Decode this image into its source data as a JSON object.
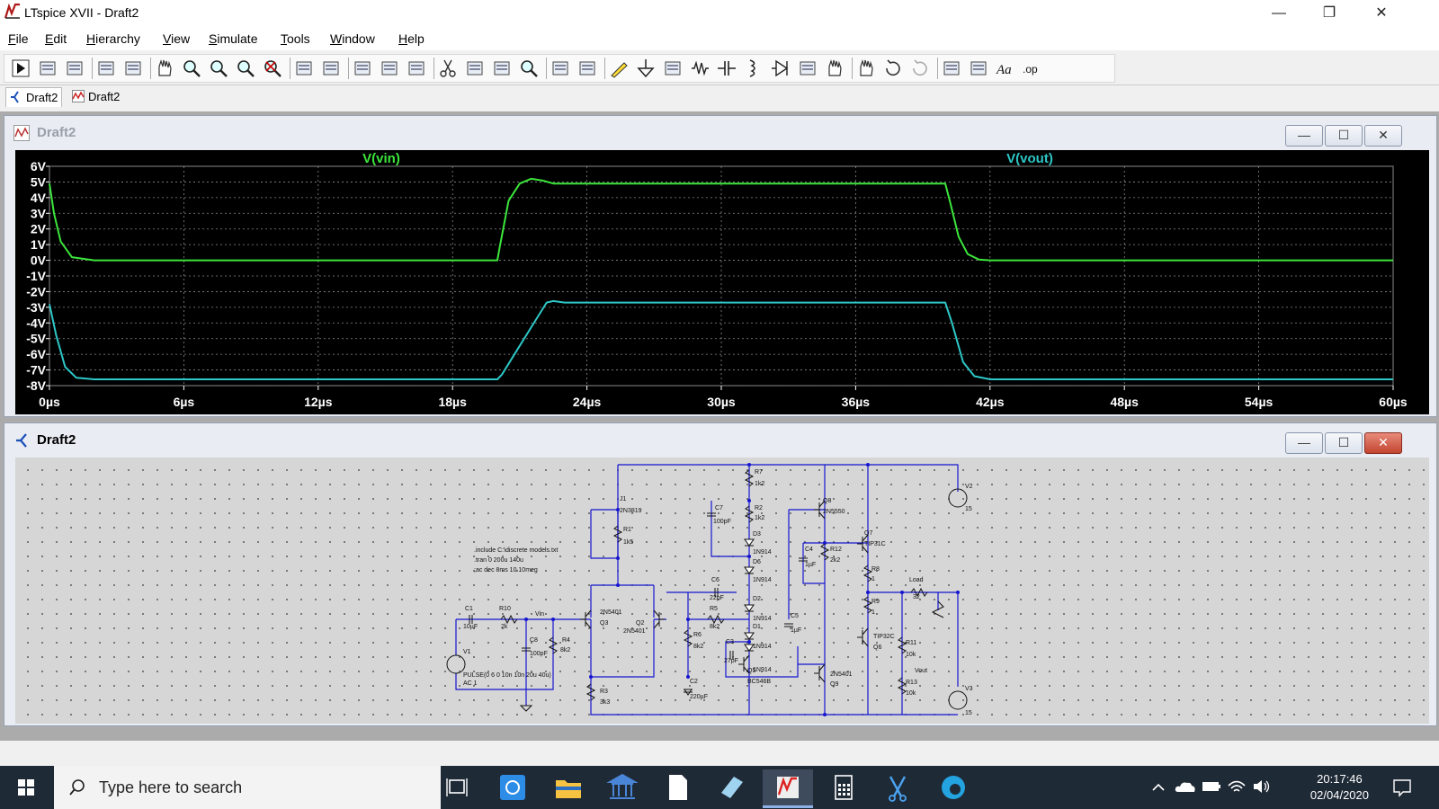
{
  "window": {
    "title": "LTspice XVII - Draft2",
    "minimize": "—",
    "maximize": "❐",
    "close": "✕"
  },
  "menu": [
    {
      "key": "F",
      "rest": "ile"
    },
    {
      "key": "E",
      "rest": "dit"
    },
    {
      "key": "H",
      "rest": "ierarchy"
    },
    {
      "key": "V",
      "rest": "iew"
    },
    {
      "key": "S",
      "rest": "imulate"
    },
    {
      "key": "T",
      "rest": "ools"
    },
    {
      "key": "W",
      "rest": "indow"
    },
    {
      "key": "H",
      "rest": "elp"
    }
  ],
  "toolbar": {
    "icons": [
      "run-icon",
      "open-icon",
      "save-icon",
      "control-panel-icon",
      "halt-icon",
      "pan-icon",
      "zoom-in-icon",
      "zoom-fit-icon",
      "zoom-out-icon",
      "zoom-cancel-icon",
      "autorange-icon",
      "grid-icon",
      "tile-horizontal-icon",
      "cascade-icon",
      "tile-vertical-icon",
      "cut-icon",
      "copy-icon",
      "paste-icon",
      "find-icon",
      "print-icon",
      "print-setup-icon",
      "wire-icon",
      "ground-icon",
      "label-icon",
      "resistor-icon",
      "capacitor-icon",
      "inductor-icon",
      "diode-icon",
      "component-icon",
      "move-icon",
      "drag-icon",
      "undo-icon",
      "redo-icon",
      "rotate-icon",
      "mirror-icon",
      "text-icon",
      "spice-directive-icon"
    ],
    "text_label": "Aa",
    "op_label": ".op"
  },
  "tabs": [
    {
      "label": "Draft2",
      "icon": "schematic-icon",
      "active": true
    },
    {
      "label": "Draft2",
      "icon": "waveform-icon",
      "active": false
    }
  ],
  "plot_window": {
    "title": "Draft2",
    "min": "—",
    "max": "☐",
    "close": "✕"
  },
  "sch_window": {
    "title": "Draft2",
    "min": "—",
    "max": "☐",
    "close": "✕"
  },
  "chart_data": {
    "type": "line",
    "xlim": [
      0,
      60
    ],
    "ylim": [
      -8,
      6
    ],
    "x_unit": "µs",
    "x_ticks": [
      "0µs",
      "6µs",
      "12µs",
      "18µs",
      "24µs",
      "30µs",
      "36µs",
      "42µs",
      "48µs",
      "54µs",
      "60µs"
    ],
    "y_ticks": [
      "6V",
      "5V",
      "4V",
      "3V",
      "2V",
      "1V",
      "0V",
      "-1V",
      "-2V",
      "-3V",
      "-4V",
      "-5V",
      "-6V",
      "-7V",
      "-8V"
    ],
    "background": "#000000",
    "grid": true,
    "series": [
      {
        "name": "V(vin)",
        "color": "#3ce63c",
        "x": [
          0,
          0.2,
          0.5,
          1,
          2,
          6,
          12,
          18,
          20,
          20.1,
          20.5,
          21,
          21.5,
          22,
          22.5,
          23,
          24,
          30,
          36,
          40,
          40.2,
          40.6,
          41,
          41.5,
          42,
          48,
          54,
          60
        ],
        "y": [
          4.9,
          3.0,
          1.2,
          0.2,
          0.0,
          0.0,
          0.0,
          0.0,
          0.0,
          0.8,
          3.8,
          4.9,
          5.2,
          5.1,
          4.9,
          4.9,
          4.9,
          4.9,
          4.9,
          4.9,
          3.8,
          1.5,
          0.4,
          0.05,
          0.0,
          0.0,
          0.0,
          0.0
        ]
      },
      {
        "name": "V(vout)",
        "color": "#2ec7c7",
        "x": [
          0,
          0.3,
          0.7,
          1.2,
          2,
          6,
          12,
          18,
          20,
          20.2,
          21.5,
          22.2,
          22.5,
          23,
          24,
          30,
          36,
          40,
          40.3,
          40.8,
          41.3,
          42,
          48,
          54,
          60
        ],
        "y": [
          -2.8,
          -4.8,
          -6.8,
          -7.5,
          -7.6,
          -7.6,
          -7.6,
          -7.6,
          -7.6,
          -7.3,
          -4.3,
          -2.7,
          -2.6,
          -2.7,
          -2.7,
          -2.7,
          -2.7,
          -2.7,
          -4.0,
          -6.5,
          -7.4,
          -7.6,
          -7.6,
          -7.6,
          -7.6
        ]
      }
    ]
  },
  "schematic": {
    "directives": [
      ".include C:\\discrete models.txt",
      ".tran 0 200u 140u",
      ";ac dec 8ms 10 10meg"
    ],
    "pulse": "PULSE(0 6 0 10n 10n 20u 40u)",
    "ac": "AC 1",
    "labels": [
      {
        "id": "j1",
        "t": "J1"
      },
      {
        "id": "j1m",
        "t": "2N3819"
      },
      {
        "id": "r1",
        "t": "R1"
      },
      {
        "id": "r1v",
        "t": "1k5"
      },
      {
        "id": "r7",
        "t": "R7"
      },
      {
        "id": "r7v",
        "t": "1k2"
      },
      {
        "id": "r2",
        "t": "R2"
      },
      {
        "id": "r2v",
        "t": "1k2"
      },
      {
        "id": "c7",
        "t": "C7"
      },
      {
        "id": "c7v",
        "t": "100pF"
      },
      {
        "id": "q8",
        "t": "Q8"
      },
      {
        "id": "q8m",
        "t": "2N5550"
      },
      {
        "id": "q7",
        "t": "Q7"
      },
      {
        "id": "q7m",
        "t": "TIP31C"
      },
      {
        "id": "d3",
        "t": "D3"
      },
      {
        "id": "d3m",
        "t": "1N914"
      },
      {
        "id": "d6",
        "t": "D6"
      },
      {
        "id": "d6m",
        "t": "1N914"
      },
      {
        "id": "c4",
        "t": "C4"
      },
      {
        "id": "c4v",
        "t": "1µF"
      },
      {
        "id": "r12",
        "t": "R12"
      },
      {
        "id": "r12v",
        "t": "2k2"
      },
      {
        "id": "r8",
        "t": "R8"
      },
      {
        "id": "r8v",
        "t": "1"
      },
      {
        "id": "c6",
        "t": "C6"
      },
      {
        "id": "c6v",
        "t": "22pF"
      },
      {
        "id": "d2",
        "t": "D2"
      },
      {
        "id": "d2m",
        "t": "1N914"
      },
      {
        "id": "load",
        "t": "Load"
      },
      {
        "id": "loadv",
        "t": "32"
      },
      {
        "id": "r9",
        "t": "R9"
      },
      {
        "id": "r9v",
        "t": "1"
      },
      {
        "id": "c1",
        "t": "C1"
      },
      {
        "id": "c1v",
        "t": "10µF"
      },
      {
        "id": "r10",
        "t": "R10"
      },
      {
        "id": "r10v",
        "t": "2k"
      },
      {
        "id": "vin",
        "t": "Vin"
      },
      {
        "id": "q3m",
        "t": "2N5401"
      },
      {
        "id": "q3",
        "t": "Q3"
      },
      {
        "id": "q2",
        "t": "Q2"
      },
      {
        "id": "q2m",
        "t": "2N5401"
      },
      {
        "id": "r5",
        "t": "R5"
      },
      {
        "id": "r5v",
        "t": "8k2"
      },
      {
        "id": "d1",
        "t": "D1"
      },
      {
        "id": "d1m",
        "t": "1N914"
      },
      {
        "id": "c5",
        "t": "C5"
      },
      {
        "id": "c5v",
        "t": "1µF"
      },
      {
        "id": "c8",
        "t": "C8"
      },
      {
        "id": "c8v",
        "t": "100pF"
      },
      {
        "id": "r4",
        "t": "R4"
      },
      {
        "id": "r4v",
        "t": "8k2"
      },
      {
        "id": "r6",
        "t": "R6"
      },
      {
        "id": "r6v",
        "t": "8k2"
      },
      {
        "id": "c3",
        "t": "C3"
      },
      {
        "id": "c3v",
        "t": "27pF"
      },
      {
        "id": "d4m",
        "t": "1N914"
      },
      {
        "id": "q6m",
        "t": "TIP32C"
      },
      {
        "id": "q6",
        "t": "Q6"
      },
      {
        "id": "r11",
        "t": "R11"
      },
      {
        "id": "r11v",
        "t": "10k"
      },
      {
        "id": "v1",
        "t": "V1"
      },
      {
        "id": "q5",
        "t": "Q5"
      },
      {
        "id": "q5m",
        "t": "BC546B"
      },
      {
        "id": "q9m",
        "t": "2N5401"
      },
      {
        "id": "q9",
        "t": "Q9"
      },
      {
        "id": "vout",
        "t": "Vout"
      },
      {
        "id": "r13",
        "t": "R13"
      },
      {
        "id": "r13v",
        "t": "10k"
      },
      {
        "id": "c2",
        "t": "C2"
      },
      {
        "id": "c2v",
        "t": "220µF"
      },
      {
        "id": "r3",
        "t": "R3"
      },
      {
        "id": "r3v",
        "t": "3k3"
      },
      {
        "id": "v2",
        "t": "V2"
      },
      {
        "id": "v2v",
        "t": "15"
      },
      {
        "id": "v3",
        "t": "V3"
      },
      {
        "id": "v3v",
        "t": "15"
      }
    ]
  },
  "taskbar": {
    "search_placeholder": "Type here to search",
    "time": "20:17:46",
    "date": "02/04/2020",
    "apps": [
      "task-view-icon",
      "sync-icon",
      "file-explorer-icon",
      "bank-icon",
      "document-icon",
      "notes-icon",
      "ltspice-icon",
      "calculator-icon",
      "snipping-tool-icon",
      "edge-icon"
    ]
  }
}
